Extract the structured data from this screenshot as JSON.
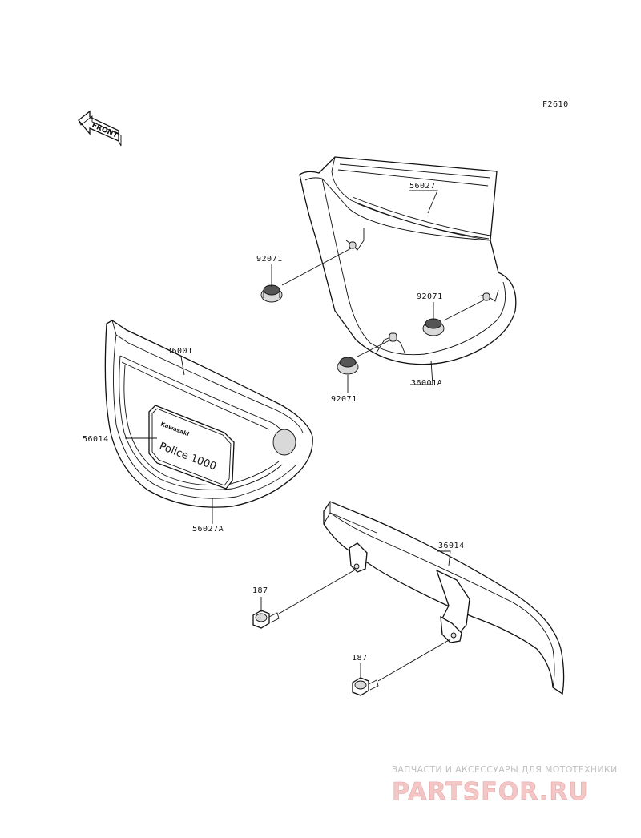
{
  "figure_code": "F2610",
  "front_label": "FRONT",
  "emblem": {
    "line1": "Kawasaki",
    "line2": "Police  1000"
  },
  "callouts": {
    "c56027": "56027",
    "c92071a": "92071",
    "c92071b": "92071",
    "c92071c": "92071",
    "c36001a": "36001A",
    "c36001": "36001",
    "c56014": "56014",
    "c56027a": "56027A",
    "c36014": "36014",
    "c187a": "187",
    "c187b": "187"
  },
  "watermark": {
    "tagline": "ЗАПЧАСТИ И АКСЕССУАРЫ ДЛЯ МОТОТЕХНИКИ",
    "logo": "PARTSFOR.RU"
  }
}
